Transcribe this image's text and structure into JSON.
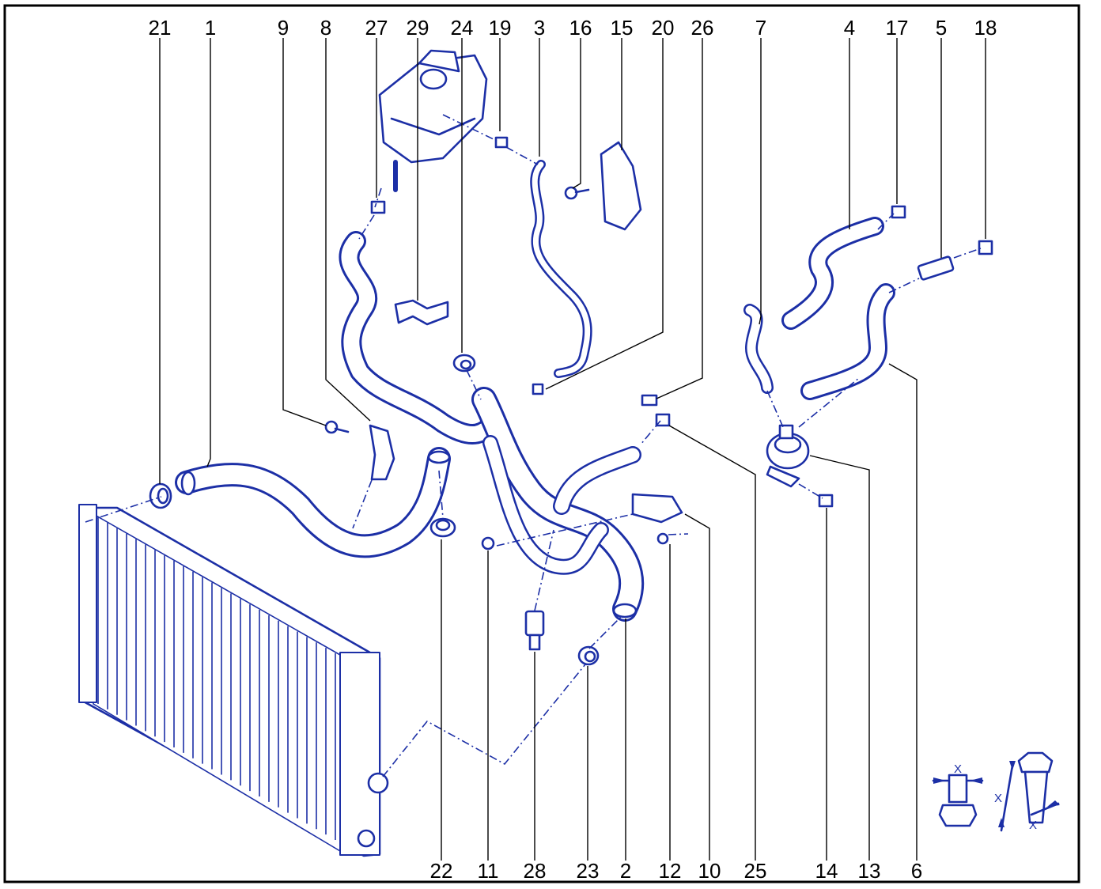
{
  "diagram": {
    "callouts_top": [
      "21",
      "1",
      "9",
      "8",
      "27",
      "29",
      "24",
      "19",
      "3",
      "16",
      "15",
      "20",
      "26",
      "7",
      "4",
      "17",
      "5",
      "18"
    ],
    "callouts_bottom": [
      "22",
      "11",
      "28",
      "23",
      "2",
      "12",
      "10",
      "25",
      "14",
      "13",
      "6"
    ],
    "torque_symbol_label": "X",
    "colors": {
      "line_art": "#1c2fa6",
      "labels": "#000000",
      "frame": "#000000"
    }
  }
}
